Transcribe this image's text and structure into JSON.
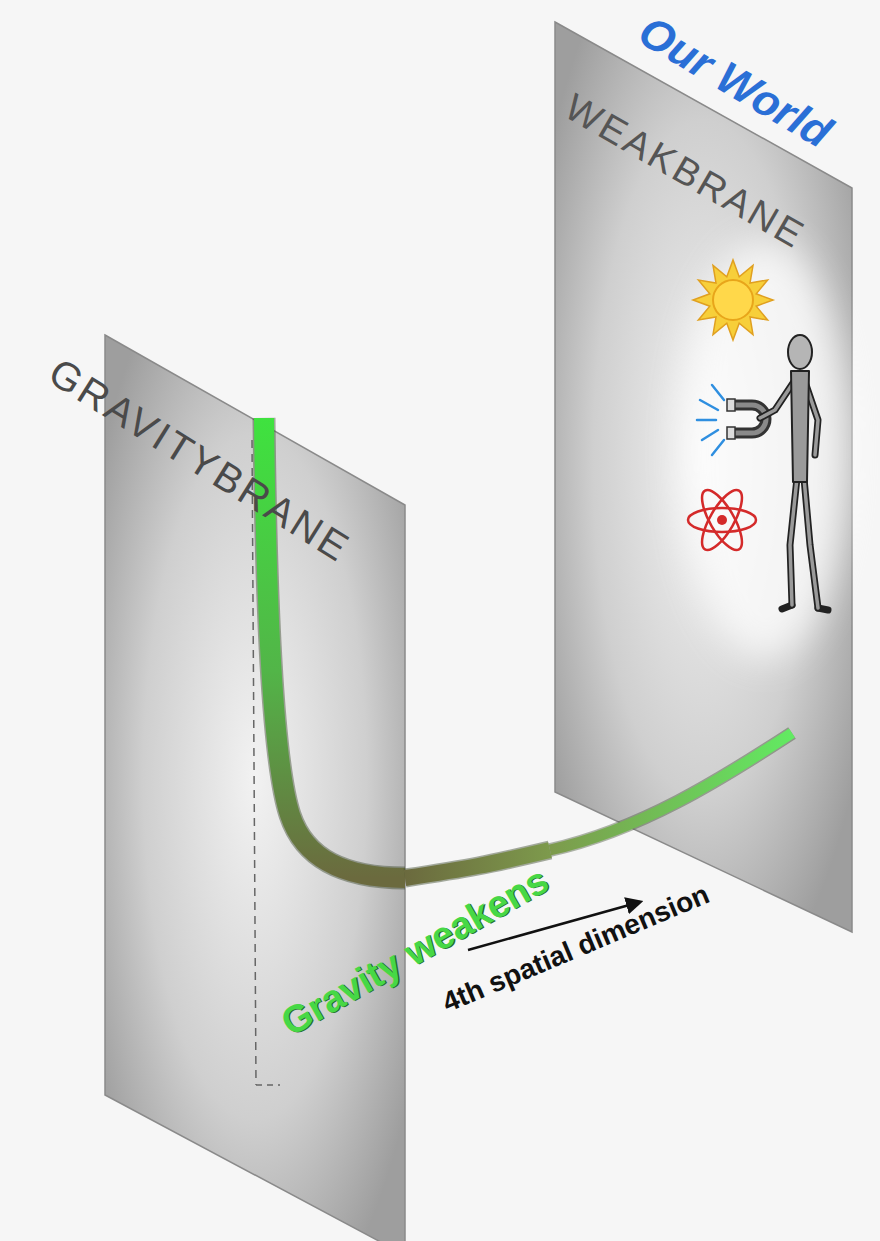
{
  "diagram": {
    "nodes": [
      {
        "text": [
          "Our World",
          "WEAKBRANE"
        ]
      },
      {
        "text": [
          "GRAVITYBRANE"
        ]
      }
    ],
    "edges": [
      {
        "from": 1,
        "to": 0,
        "arrow": "none",
        "label": "Gravity weakens"
      }
    ],
    "labels": [
      "4th spatial dimension"
    ]
  }
}
